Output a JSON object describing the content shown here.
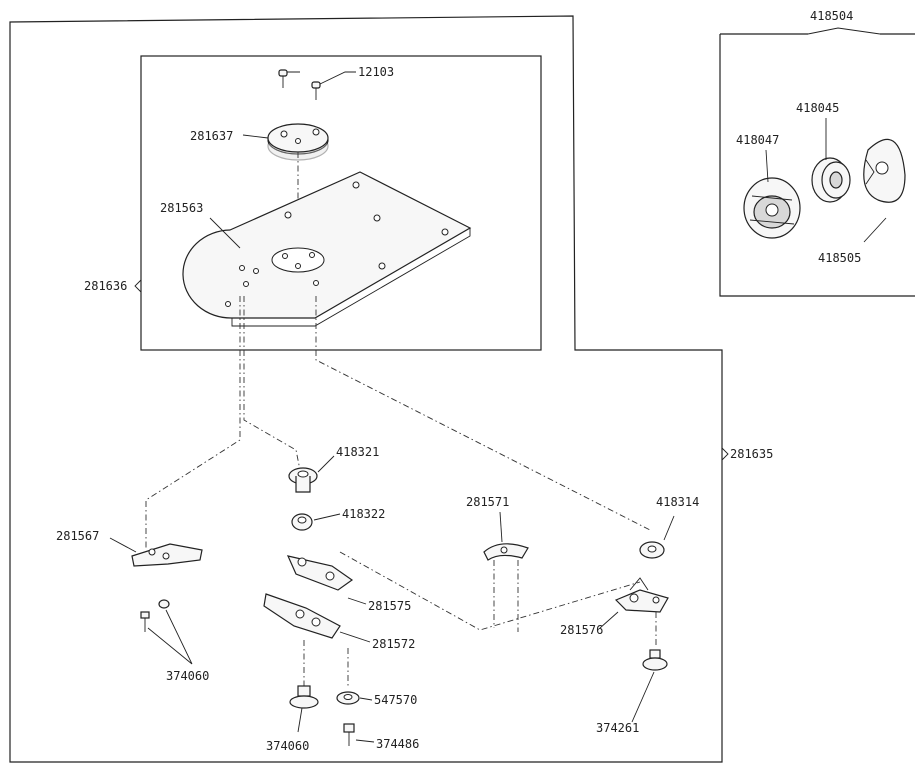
{
  "labels": {
    "p_12103": "12103",
    "p_281637": "281637",
    "p_281563": "281563",
    "p_281636": "281636",
    "p_418504": "418504",
    "p_418045": "418045",
    "p_418047": "418047",
    "p_418505": "418505",
    "p_418321": "418321",
    "p_281635": "281635",
    "p_418322": "418322",
    "p_281571": "281571",
    "p_418314": "418314",
    "p_281567": "281567",
    "p_281575": "281575",
    "p_281576": "281576",
    "p_281572": "281572",
    "p_374060_a": "374060",
    "p_547570": "547570",
    "p_374261": "374261",
    "p_374060_b": "374060",
    "p_374486": "374486"
  }
}
